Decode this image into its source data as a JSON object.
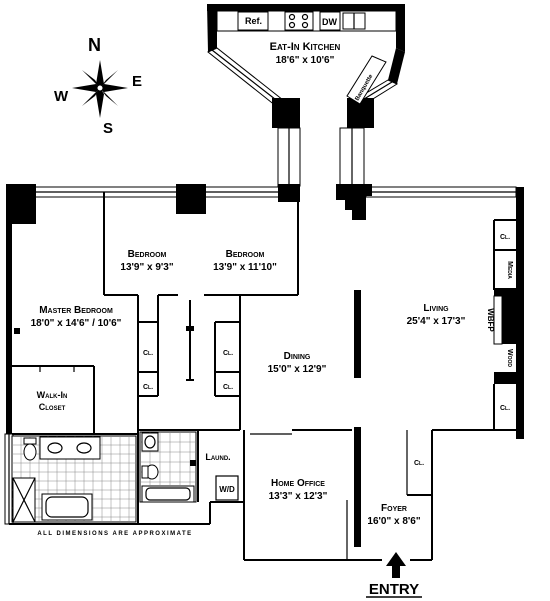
{
  "compass": {
    "n": "N",
    "e": "E",
    "s": "S",
    "w": "W"
  },
  "rooms": {
    "kitchen": {
      "name": "Eat-In Kitchen",
      "dims": "18'6\" x 10'6\""
    },
    "bedroom1": {
      "name": "Bedroom",
      "dims": "13'9\" x 9'3\""
    },
    "bedroom2": {
      "name": "Bedroom",
      "dims": "13'9\" x 11'10\""
    },
    "master": {
      "name": "Master Bedroom",
      "dims": "18'0\" x 14'6\" / 10'6\""
    },
    "living": {
      "name": "Living",
      "dims": "25'4\" x 17'3\""
    },
    "dining": {
      "name": "Dining",
      "dims": "15'0\" x 12'9\""
    },
    "walkin": {
      "name1": "Walk-In",
      "name2": "Closet"
    },
    "laundry": {
      "name": "Laund."
    },
    "office": {
      "name": "Home Office",
      "dims": "13'3\" x 12'3\""
    },
    "foyer": {
      "name": "Foyer",
      "dims": "16'0\" x 8'6\""
    }
  },
  "fixtures": {
    "refrigerator": "Ref.",
    "dishwasher": "DW",
    "banquette": "Banquette",
    "washer_dryer": "W/D",
    "wbfp": "WBFP",
    "media": "Media",
    "wood": "Wood",
    "closet": "Cl."
  },
  "note": "All Dimensions Are Approximate",
  "entry": "ENTRY"
}
